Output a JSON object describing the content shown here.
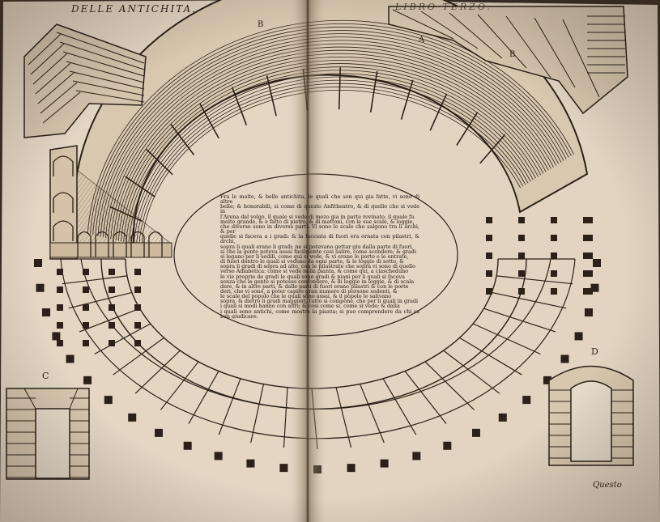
{
  "page": {
    "header_left": "DELLE ANTICHITA.",
    "header_right": "LIBRO TERZO.",
    "catchword": "Questo"
  },
  "figure_labels": {
    "a": "A",
    "b_top": "B",
    "b_right": "B",
    "c": "C",
    "d": "D"
  },
  "body_text": [
    "Fra le molte, & belle antichita, le quali che son qui gia fatte, vi sono di altre",
    "belle; & honorabili, si come di questo Anfitheatro, & di quello che si vede in",
    "l'Arena dal volgo, il quale si vede di mezo gia in parte rovinato, il quale fu",
    "molto grande, & e fatto di pietre, & di mattoni, con le sue scale, & loggie,",
    "che diverse sono in diverse parti. Vi sono le scale che salgono tra li archi, & per",
    "quelle si faceva a i gradi: & la facciata di fuori era ornata con pilastri, & archi,",
    "sopra li quali erano li gradi; ne si potevano gettar giu dalla parte di fuori,",
    "si che la gente poteva assai facilmente cosi salire, come scendere; & gradi",
    "si legano per li sedili, come qui si vede, & vi erano le porte e le entrate,",
    "di fuori dentro le quali si vedono da ogni parte, & le loggie di sotto, &",
    "sopra li gradi di sopra ad alto, con le pilastrate che sopra vi sono di quello",
    "verso Adiabetica: come si vede nella pianta, & come qui, a ciascheduno",
    "le vie proprie de gradi le quali sono gradi & piani per li quali si faceva",
    "senza che la gente si potesse confondere, & di loggie in loggie, & di scala",
    "dere, & in altre parti, & dalle parti di fuori erano pilastri & con le porte",
    "deri, che vi sono, a poter capire gran numero di persone sedenti, &",
    "le scale del popolo che le quali sono assai, & il popolo le salivano",
    "sopra, & dietro li gradi maggiori, tutto si compone, che per li quali in gradi",
    "i quali si modi hanno con altri; & cosi come si, come si vede; & dalla",
    "i quali sono antichi, come mostra la pianta; si puo comprendere da chi sa ben giudicare."
  ],
  "colors": {
    "paper": "#e4d6c3",
    "paper_shadow": "#cdbda6",
    "ink": "#2b2118",
    "background": "#3a2f24"
  }
}
